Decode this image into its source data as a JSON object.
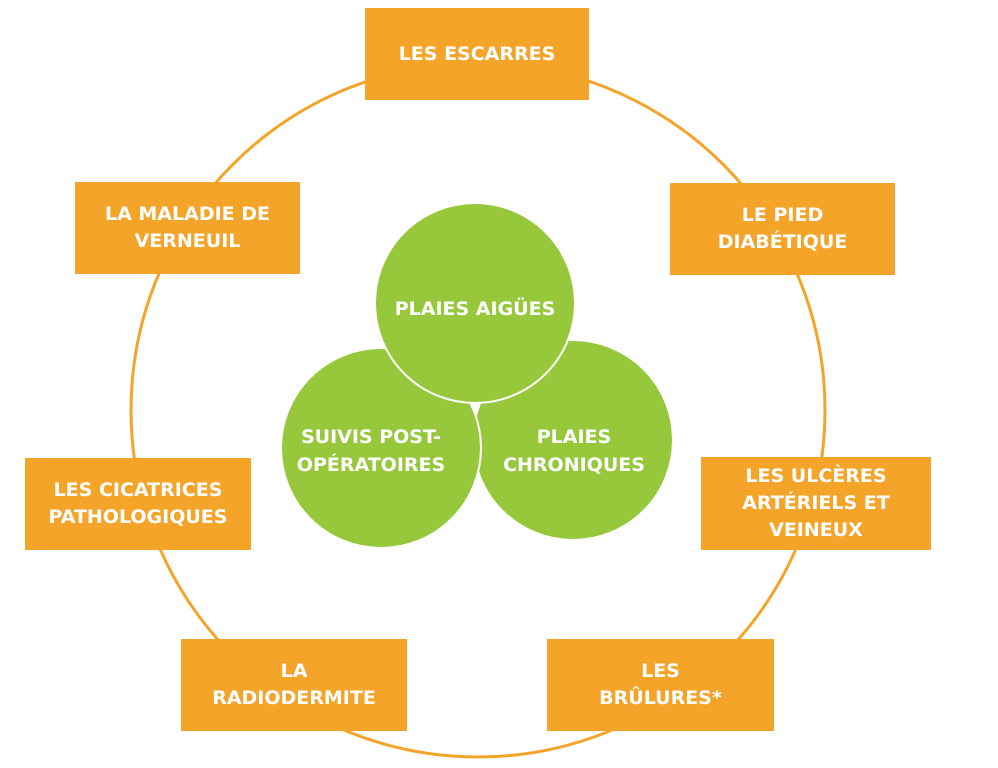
{
  "colors": {
    "ring": "#f4a429",
    "box_fill": "#f4a429",
    "circle_fill": "#97c83c",
    "circle_stroke": "#ffffff",
    "text": "#ffffff"
  },
  "center": {
    "top": "PLAIES AIGÜES",
    "left": "SUIVIS POST-\nOPÉRATOIRES",
    "right": "PLAIES\nCHRONIQUES"
  },
  "boxes": {
    "escarres": "LES ESCARRES",
    "pied": "LE PIED\nDIABÉTIQUE",
    "ulceres": "LES ULCÈRES\nARTÉRIELS ET\nVEINEUX",
    "brulures": "LES\nBRÛLURES*",
    "radiodermite": "LA\nRADIODERMITE",
    "cicatrices": "LES CICATRICES\nPATHOLOGIQUES",
    "verneuil": "LA MALADIE DE\nVERNEUIL"
  }
}
